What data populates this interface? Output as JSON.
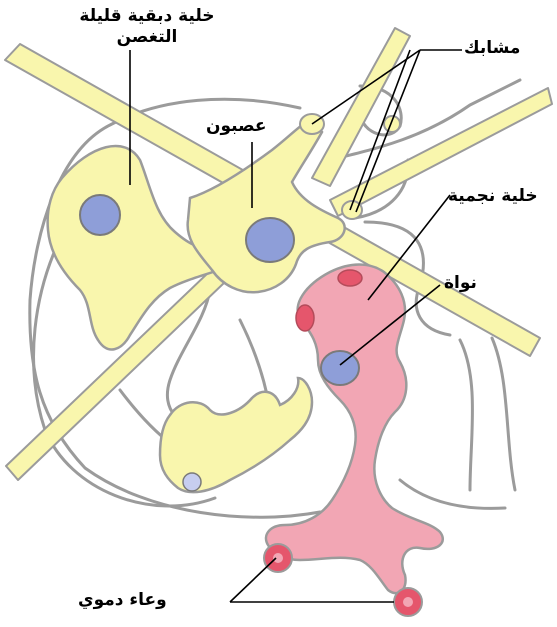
{
  "labels": {
    "oligodendrocyte_line1": "خلية دبقية قليلة",
    "oligodendrocyte_line2": "التغصن",
    "neuron": "عصبون",
    "synapses": "مشابك",
    "astrocyte": "خلية نجمية",
    "nucleus": "نواة",
    "blood_vessel": "وعاء دموي"
  },
  "colors": {
    "yellow_cell": "#f9f6ad",
    "pink_cell": "#f2a6b4",
    "pink_vessel": "#e5566c",
    "nucleus": "#8e9ed8",
    "outline": "#9b9b9b",
    "background": "#ffffff"
  }
}
